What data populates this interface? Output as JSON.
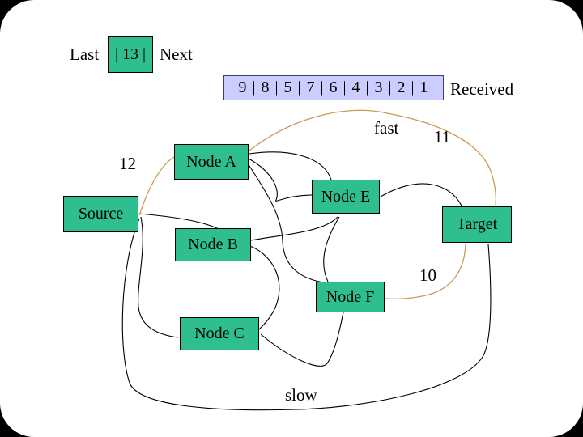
{
  "slide": {
    "header": {
      "last_label": "Last",
      "counter_value": "| 13 |",
      "next_label": "Next"
    },
    "received": {
      "sequence": "9 | 8 | 5 | 7 | 6 | 4 | 3 | 2 | 1",
      "label": "Received"
    },
    "path_labels": {
      "fast": "fast",
      "slow": "slow"
    },
    "packet_numbers": {
      "n12": "12",
      "n11": "11",
      "n10": "10"
    },
    "nodes": {
      "source": "Source",
      "node_a": "Node A",
      "node_b": "Node B",
      "node_c": "Node C",
      "node_e": "Node E",
      "node_f": "Node F",
      "target": "Target"
    },
    "colors": {
      "node_fill": "#2fbf8f",
      "sequence_fill": "#ccccff",
      "fast_path": "#cc9955",
      "edge": "#000000"
    }
  }
}
